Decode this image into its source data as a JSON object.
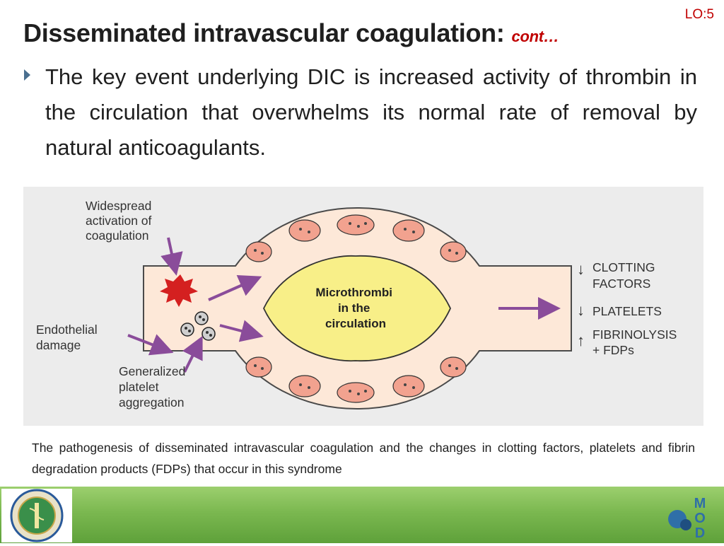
{
  "slide": {
    "lo_tag": "LO:5",
    "title": "Disseminated intravascular coagulation:",
    "title_suffix": "cont…",
    "bullet": "The key event underlying DIC is increased activity of thrombin in the circulation that overwhelms its normal rate of removal by natural anticoagulants.",
    "caption": "The pathogenesis of disseminated intravascular coagulation and the changes in clotting factors, platelets and fibrin degradation products (FDPs) that occur in this syndrome"
  },
  "figure": {
    "label_activation": [
      "Widespread",
      "activation of",
      "coagulation"
    ],
    "label_endothelial": [
      "Endothelial",
      "damage"
    ],
    "label_platelet": [
      "Generalized",
      "platelet",
      "aggregation"
    ],
    "label_microthrombi": [
      "Microthrombi",
      "in the",
      "circulation"
    ],
    "effects": [
      {
        "arrow": "↓",
        "lines": [
          "CLOTTING",
          "FACTORS"
        ]
      },
      {
        "arrow": "↓",
        "lines": [
          "PLATELETS"
        ]
      },
      {
        "arrow": "↑",
        "lines": [
          "FIBRINOLYSIS",
          "+ FDPs"
        ]
      }
    ]
  },
  "logos": {
    "right_letters": [
      "M",
      "O",
      "D"
    ]
  },
  "colors": {
    "accent_red": "#c00000",
    "vessel_fill": "#fde8d8",
    "clot_fill": "#f8ef88",
    "arrow_purple": "#8a4c9a",
    "footer_green": "#7bb850"
  }
}
